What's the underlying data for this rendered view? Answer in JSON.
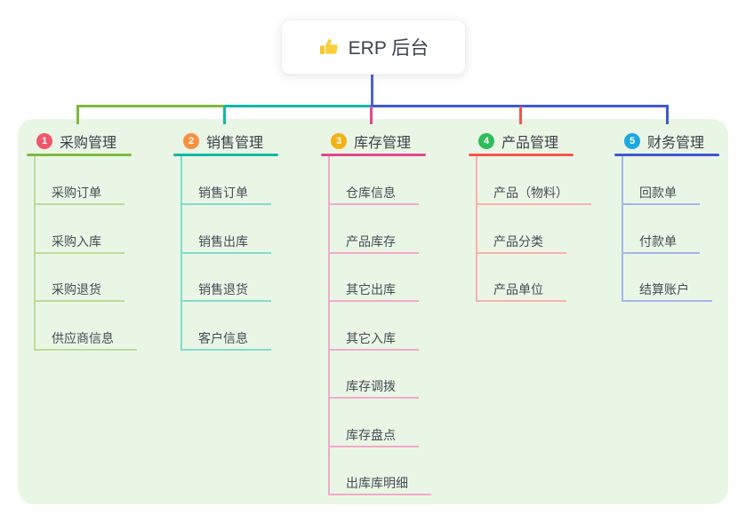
{
  "root": {
    "label": "ERP 后台",
    "icon": "thumbs-up"
  },
  "panel": {
    "background": "#eaf6e5"
  },
  "connectors": {
    "root_stem_color": "#4a63d8",
    "left_segment_color": "#7dba3f",
    "middle_segment_color": "#10b9a6",
    "right_segment_color": "#4059d0"
  },
  "branches": [
    {
      "number": "1",
      "title": "采购管理",
      "badge_color": "#f2566b",
      "line_color": "#7dba3f",
      "child_line_color": "#b9dd9a",
      "children": [
        "采购订单",
        "采购入库",
        "采购退货",
        "供应商信息"
      ]
    },
    {
      "number": "2",
      "title": "销售管理",
      "badge_color": "#f7903e",
      "line_color": "#10b9a6",
      "child_line_color": "#82dccf",
      "children": [
        "销售订单",
        "销售出库",
        "销售退货",
        "客户信息"
      ]
    },
    {
      "number": "3",
      "title": "库存管理",
      "badge_color": "#f3b116",
      "line_color": "#e2478f",
      "child_line_color": "#f2a9cc",
      "children": [
        "仓库信息",
        "产品库存",
        "其它出库",
        "其它入库",
        "库存调拨",
        "库存盘点",
        "出库库明细"
      ]
    },
    {
      "number": "4",
      "title": "产品管理",
      "badge_color": "#2ebd59",
      "line_color": "#f4554d",
      "child_line_color": "#fab1ac",
      "children": [
        "产品（物料）",
        "产品分类",
        "产品单位"
      ]
    },
    {
      "number": "5",
      "title": "财务管理",
      "badge_color": "#1ba8e0",
      "line_color": "#3f58d2",
      "child_line_color": "#a4b6ea",
      "children": [
        "回款单",
        "付款单",
        "结算账户"
      ]
    }
  ]
}
